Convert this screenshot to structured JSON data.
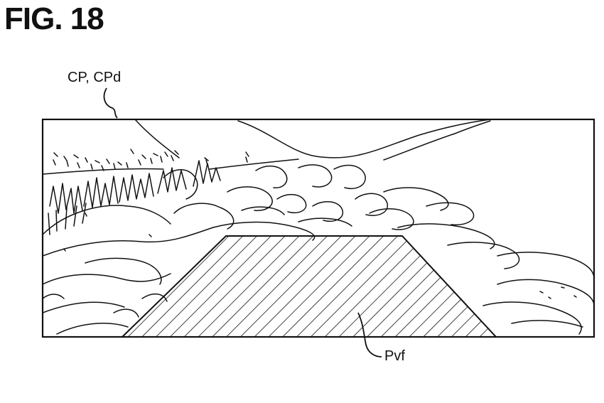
{
  "figure": {
    "title": "FIG. 18",
    "labels": {
      "image_ref": "CP, CPd",
      "region_ref": "Pvf"
    }
  }
}
